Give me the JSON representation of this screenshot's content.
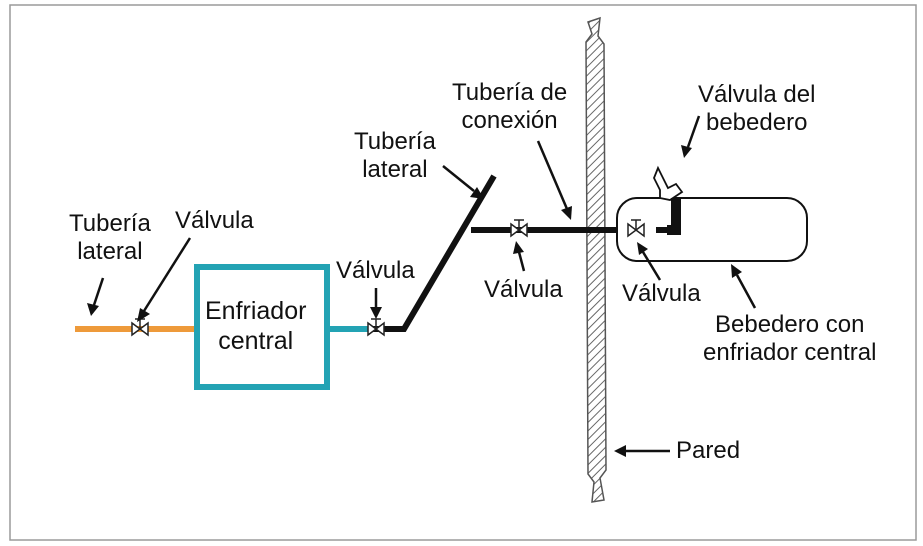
{
  "colors": {
    "frame": "#9a9a9a",
    "orange_pipe": "#ee9a3a",
    "teal": "#23a3b4",
    "black_pipe": "#111111",
    "wall_hatch": "#666666"
  },
  "labels": {
    "left_pipe": "Tubería\nlateral",
    "left_valve": "Válvula",
    "chiller": "Enfriador\ncentral",
    "chiller_valve": "Válvula",
    "lateral_pipe": "Tubería\nlateral",
    "connection_pipe": "Tubería de\nconexión",
    "connection_valve": "Válvula",
    "fountain_valve_top": "Válvula del\nbebedero",
    "fountain_inlet_valve": "Válvula",
    "fountain": "Bebedero con\nenfriador central",
    "wall": "Pared"
  }
}
